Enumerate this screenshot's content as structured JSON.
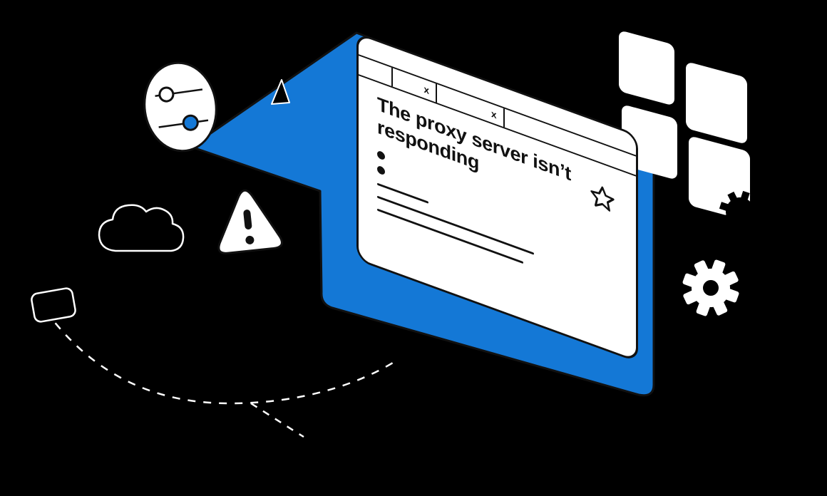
{
  "illustration": {
    "background_color": "#000000",
    "accent_blue": "#1478D6",
    "ink_color": "#111111",
    "surface_color": "#FFFFFF"
  },
  "browser_window": {
    "title": "The proxy server isn’t responding",
    "tabs": [
      {
        "label": "x"
      },
      {
        "label": "x"
      }
    ]
  },
  "decorations": {
    "icons": [
      "sliders-icon",
      "warning-icon",
      "windows-logo-icon",
      "gear-icon",
      "gear-bite-icon",
      "star-icon",
      "cloud-icon",
      "cursor-triangle-icon",
      "dashed-path",
      "note-outline"
    ]
  }
}
